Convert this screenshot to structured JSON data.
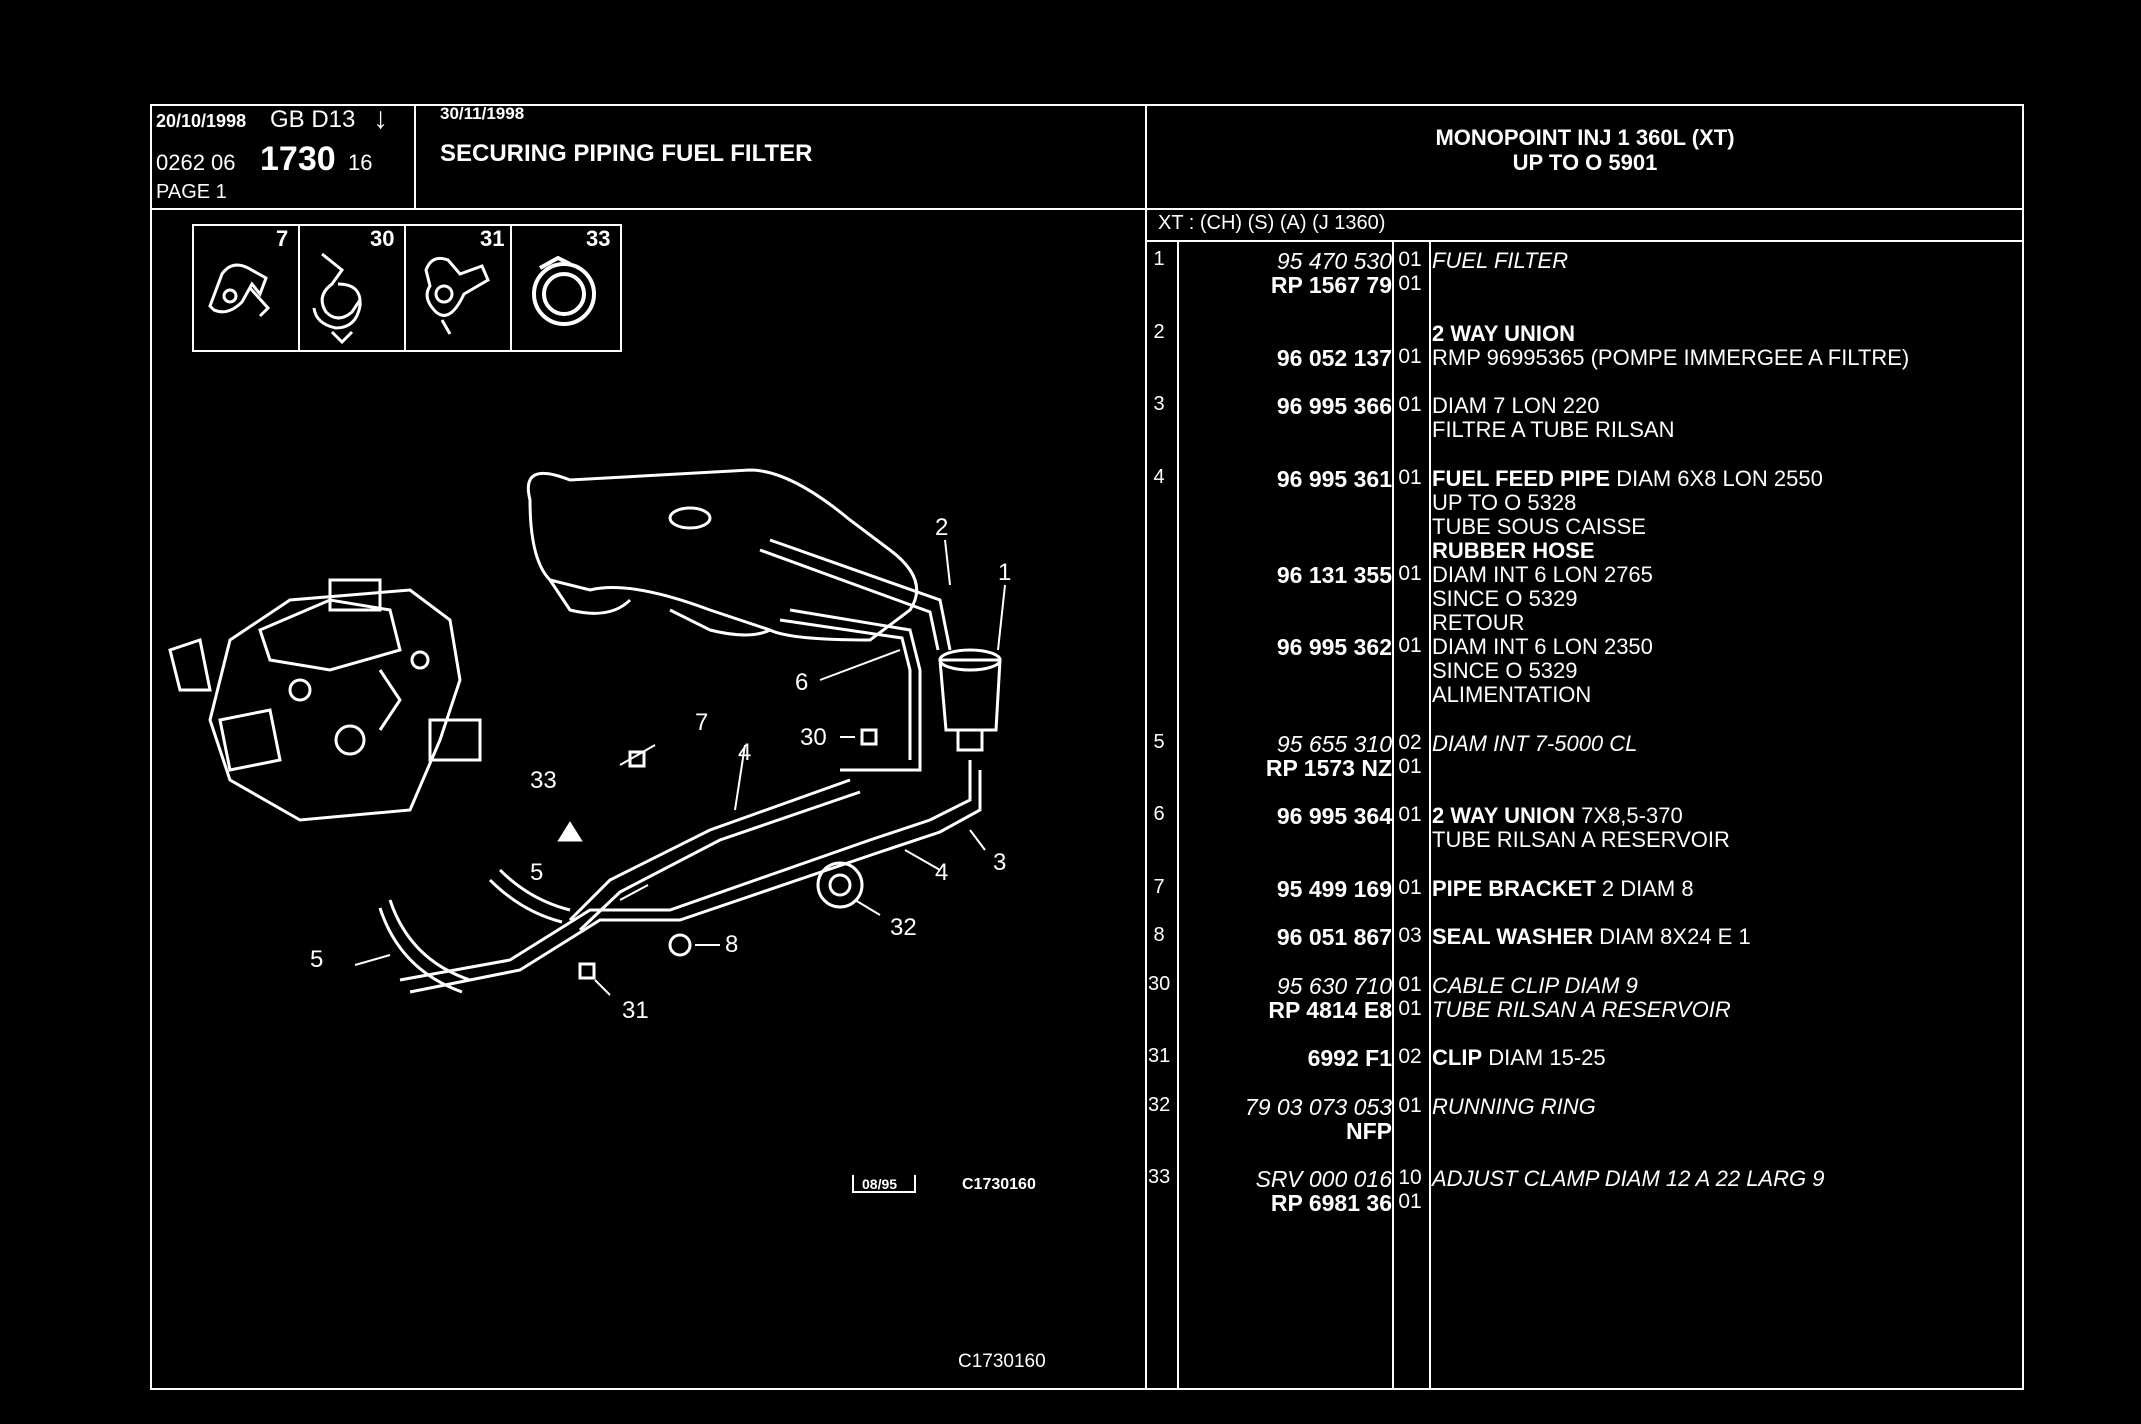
{
  "header": {
    "date1": "20/10/1998",
    "lang_code": "GB D13",
    "arrow": "↓",
    "ref_prefix": "0262 06",
    "ref_main": "1730",
    "ref_suffix": "16",
    "page": "PAGE 1",
    "date2": "30/11/1998",
    "title": "SECURING PIPING FUEL FILTER",
    "model_line1": "MONOPOINT INJ 1 360L (XT)",
    "model_line2": "UP TO O 5901",
    "spec": "XT : (CH) (S) (A) (J 1360)"
  },
  "thumbnails": [
    {
      "label": "7",
      "icon": "pipe-bracket-icon"
    },
    {
      "label": "30",
      "icon": "cable-clip-icon"
    },
    {
      "label": "31",
      "icon": "clip-icon"
    },
    {
      "label": "33",
      "icon": "adjust-clamp-icon"
    }
  ],
  "diagram": {
    "callouts": [
      "1",
      "2",
      "3",
      "4",
      "4",
      "5",
      "5",
      "6",
      "7",
      "8",
      "30",
      "31",
      "32",
      "33"
    ],
    "stamp": "08/95",
    "stamp_code": "C1730160",
    "footer_code": "C1730160"
  },
  "parts": [
    {
      "num": "1",
      "lines": [
        {
          "ref": "95 470 530",
          "ref_style": "it",
          "qty": "01",
          "desc": [
            {
              "t": "FUEL FILTER",
              "s": "it"
            }
          ]
        },
        {
          "ref": "RP 1567 79",
          "ref_style": "b",
          "qty": "01",
          "desc": []
        }
      ]
    },
    {
      "num": "2",
      "lines": [
        {
          "ref": "",
          "qty": "",
          "desc": [
            {
              "t": "2 WAY UNION",
              "s": "b"
            }
          ]
        },
        {
          "ref": "96 052 137",
          "ref_style": "b",
          "qty": "01",
          "desc": [
            {
              "t": "RMP 96995365 (POMPE IMMERGEE A FILTRE)",
              "s": ""
            }
          ]
        }
      ]
    },
    {
      "num": "3",
      "lines": [
        {
          "ref": "96 995 366",
          "ref_style": "b",
          "qty": "01",
          "desc": [
            {
              "t": "DIAM 7 LON 220",
              "s": ""
            }
          ]
        },
        {
          "ref": "",
          "qty": "",
          "desc": [
            {
              "t": "FILTRE A TUBE RILSAN",
              "s": ""
            }
          ]
        }
      ]
    },
    {
      "num": "4",
      "lines": [
        {
          "ref": "96 995 361",
          "ref_style": "b",
          "qty": "01",
          "desc": [
            {
              "t": "FUEL FEED PIPE",
              "s": "b"
            },
            {
              "t": " DIAM 6X8 LON 2550",
              "s": ""
            }
          ]
        },
        {
          "ref": "",
          "qty": "",
          "desc": [
            {
              "t": "UP TO O 5328",
              "s": ""
            }
          ]
        },
        {
          "ref": "",
          "qty": "",
          "desc": [
            {
              "t": "TUBE SOUS CAISSE",
              "s": ""
            }
          ]
        },
        {
          "ref": "",
          "qty": "",
          "desc": [
            {
              "t": "RUBBER HOSE",
              "s": "b"
            }
          ]
        },
        {
          "ref": "96 131 355",
          "ref_style": "b",
          "qty": "01",
          "desc": [
            {
              "t": "DIAM INT 6 LON 2765",
              "s": ""
            }
          ]
        },
        {
          "ref": "",
          "qty": "",
          "desc": [
            {
              "t": "SINCE O 5329",
              "s": ""
            }
          ]
        },
        {
          "ref": "",
          "qty": "",
          "desc": [
            {
              "t": "RETOUR",
              "s": ""
            }
          ]
        },
        {
          "ref": "96 995 362",
          "ref_style": "b",
          "qty": "01",
          "desc": [
            {
              "t": "DIAM INT 6 LON 2350",
              "s": ""
            }
          ]
        },
        {
          "ref": "",
          "qty": "",
          "desc": [
            {
              "t": "SINCE O 5329",
              "s": ""
            }
          ]
        },
        {
          "ref": "",
          "qty": "",
          "desc": [
            {
              "t": "ALIMENTATION",
              "s": ""
            }
          ]
        }
      ]
    },
    {
      "num": "5",
      "lines": [
        {
          "ref": "95 655 310",
          "ref_style": "it",
          "qty": "02",
          "desc": [
            {
              "t": "DIAM INT 7-5000 CL",
              "s": "it"
            }
          ]
        },
        {
          "ref": "RP 1573 NZ",
          "ref_style": "b",
          "qty": "01",
          "desc": []
        }
      ]
    },
    {
      "num": "6",
      "lines": [
        {
          "ref": "96 995 364",
          "ref_style": "b",
          "qty": "01",
          "desc": [
            {
              "t": "2 WAY UNION",
              "s": "b"
            },
            {
              "t": " 7X8,5-370",
              "s": ""
            }
          ]
        },
        {
          "ref": "",
          "qty": "",
          "desc": [
            {
              "t": "TUBE RILSAN A RESERVOIR",
              "s": ""
            }
          ]
        }
      ]
    },
    {
      "num": "7",
      "lines": [
        {
          "ref": "95 499 169",
          "ref_style": "b",
          "qty": "01",
          "desc": [
            {
              "t": "PIPE BRACKET",
              "s": "b"
            },
            {
              "t": " 2 DIAM 8",
              "s": ""
            }
          ]
        }
      ]
    },
    {
      "num": "8",
      "lines": [
        {
          "ref": "96 051 867",
          "ref_style": "b",
          "qty": "03",
          "desc": [
            {
              "t": "SEAL WASHER",
              "s": "b"
            },
            {
              "t": " DIAM 8X24 E 1",
              "s": ""
            }
          ]
        }
      ]
    },
    {
      "num": "30",
      "lines": [
        {
          "ref": "95 630 710",
          "ref_style": "it",
          "qty": "01",
          "desc": [
            {
              "t": "CABLE CLIP DIAM 9",
              "s": "it"
            }
          ]
        },
        {
          "ref": "RP 4814 E8",
          "ref_style": "b",
          "qty": "01",
          "desc": [
            {
              "t": "TUBE RILSAN A RESERVOIR",
              "s": "it"
            }
          ]
        }
      ]
    },
    {
      "num": "31",
      "lines": [
        {
          "ref": "6992 F1",
          "ref_style": "b",
          "qty": "02",
          "desc": [
            {
              "t": "CLIP",
              "s": "b"
            },
            {
              "t": " DIAM 15-25",
              "s": ""
            }
          ]
        }
      ]
    },
    {
      "num": "32",
      "lines": [
        {
          "ref": "79 03 073 053",
          "ref_style": "it",
          "qty": "01",
          "desc": [
            {
              "t": "RUNNING RING",
              "s": "it"
            }
          ]
        },
        {
          "ref": "NFP",
          "ref_style": "b",
          "qty": "",
          "desc": []
        }
      ]
    },
    {
      "num": "33",
      "lines": [
        {
          "ref": "SRV 000 016",
          "ref_style": "it",
          "qty": "10",
          "desc": [
            {
              "t": "ADJUST CLAMP DIAM 12 A 22 LARG 9",
              "s": "it"
            }
          ]
        },
        {
          "ref": "RP 6981 36",
          "ref_style": "b",
          "qty": "01",
          "desc": []
        }
      ]
    }
  ]
}
